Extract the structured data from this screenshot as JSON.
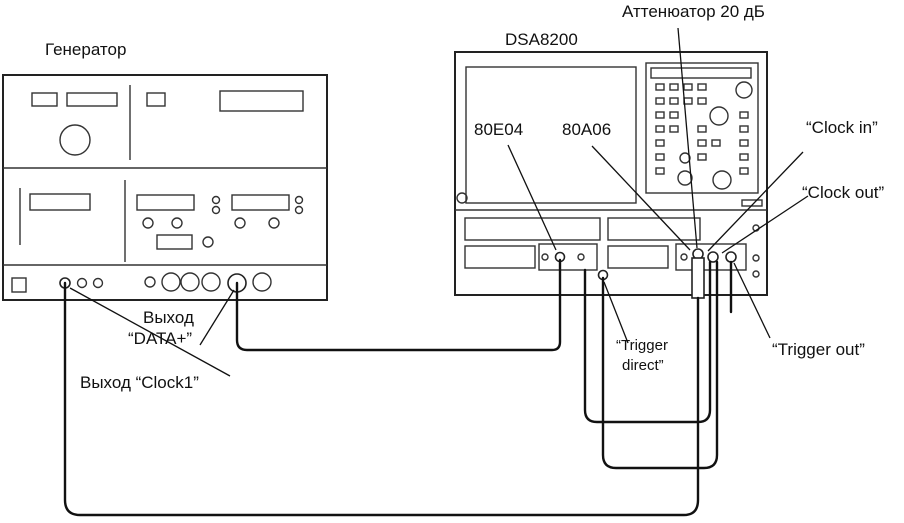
{
  "labels": {
    "generator": "Генератор",
    "dsa": "DSA8200",
    "attenuator": "Аттенюатор 20 дБ",
    "module_80e04": "80E04",
    "module_80a06": "80A06",
    "clock_in": "“Clock in”",
    "clock_out": "“Clock out”",
    "trigger_out": "“Trigger out”",
    "trigger_direct_1": "“Trigger",
    "trigger_direct_2": "direct”",
    "data_out_1": "Выход",
    "data_out_2": "“DATA+”",
    "clock1_out": "Выход “Clock1”"
  },
  "colors": {
    "line": "#111111",
    "background": "#ffffff"
  }
}
